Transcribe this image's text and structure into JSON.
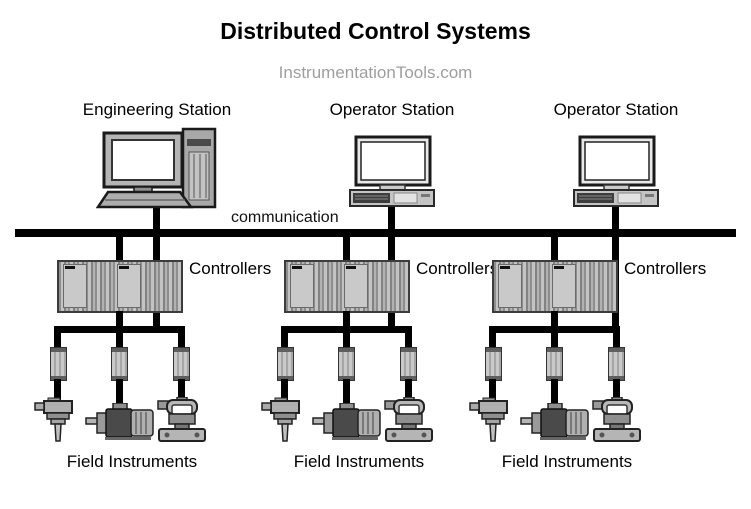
{
  "title": "Distributed Control Systems",
  "subtitle": "InstrumentationTools.com",
  "bus": {
    "label": "communication",
    "color": "#000000"
  },
  "stations": [
    {
      "label": "Engineering Station",
      "device": "engineering-workstation"
    },
    {
      "label": "Operator Station",
      "device": "operator-workstation"
    },
    {
      "label": "Operator Station",
      "device": "operator-workstation"
    }
  ],
  "groups": [
    {
      "controller_label": "Controllers",
      "field_label": "Field Instruments",
      "devices": [
        "temperature-sensor",
        "electric-motor",
        "pressure-transmitter"
      ]
    },
    {
      "controller_label": "Controllers",
      "field_label": "Field Instruments",
      "devices": [
        "temperature-sensor",
        "electric-motor",
        "pressure-transmitter"
      ]
    },
    {
      "controller_label": "Controllers",
      "field_label": "Field Instruments",
      "devices": [
        "temperature-sensor",
        "electric-motor",
        "pressure-transmitter"
      ]
    }
  ],
  "colors": {
    "title": "#000000",
    "subtitle": "#9e9e9e",
    "line": "#000000",
    "rack_fill": "#b2b2b2",
    "screen": "#ffffff"
  }
}
